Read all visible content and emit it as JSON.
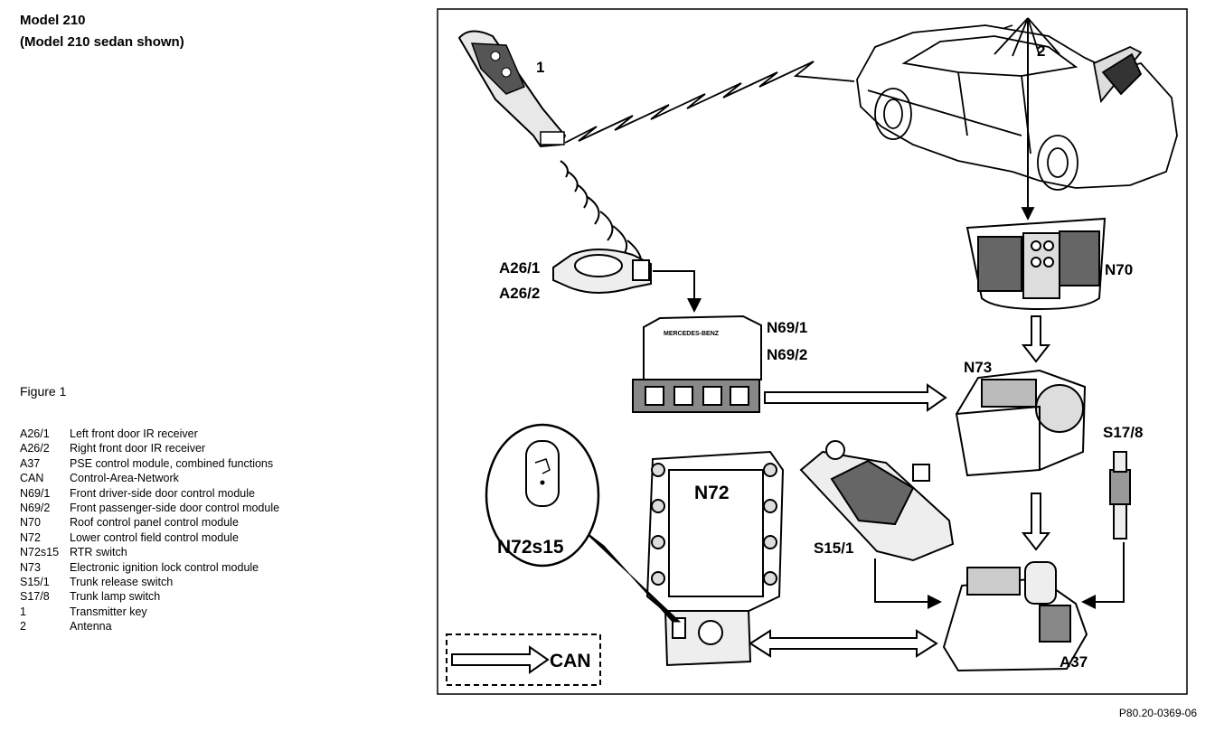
{
  "header": {
    "title": "Model 210",
    "subtitle": "(Model 210 sedan shown)"
  },
  "figure_label": "Figure 1",
  "legend": [
    {
      "code": "A26/1",
      "desc": "Left front door IR receiver"
    },
    {
      "code": "A26/2",
      "desc": "Right front door IR receiver"
    },
    {
      "code": "A37",
      "desc": "PSE control module, combined functions"
    },
    {
      "code": "CAN",
      "desc": "Control-Area-Network"
    },
    {
      "code": "N69/1",
      "desc": "Front driver-side door control module"
    },
    {
      "code": "N69/2",
      "desc": "Front passenger-side door control module"
    },
    {
      "code": "N70",
      "desc": "Roof control panel control module"
    },
    {
      "code": "N72",
      "desc": "Lower control field control module"
    },
    {
      "code": "N72s15",
      "desc": "RTR switch"
    },
    {
      "code": "N73",
      "desc": "Electronic ignition lock control module"
    },
    {
      "code": "S15/1",
      "desc": "Trunk release switch"
    },
    {
      "code": "S17/8",
      "desc": "Trunk lamp switch"
    },
    {
      "code": "1",
      "desc": "Transmitter key"
    },
    {
      "code": "2",
      "desc": "Antenna"
    }
  ],
  "diagram": {
    "labels": {
      "key": "1",
      "antenna": "2",
      "ir_receiver_1": "A26/1",
      "ir_receiver_2": "A26/2",
      "door_module_1": "N69/1",
      "door_module_2": "N69/2",
      "roof_panel": "N70",
      "ignition_lock": "N73",
      "trunk_lamp_switch": "S17/8",
      "lower_control": "N72",
      "rtr_switch": "N72s15",
      "trunk_release": "S15/1",
      "pse_module": "A37",
      "can_legend": "CAN",
      "module_print": "MERCEDES-BENZ"
    }
  },
  "reference_code": "P80.20-0369-06"
}
